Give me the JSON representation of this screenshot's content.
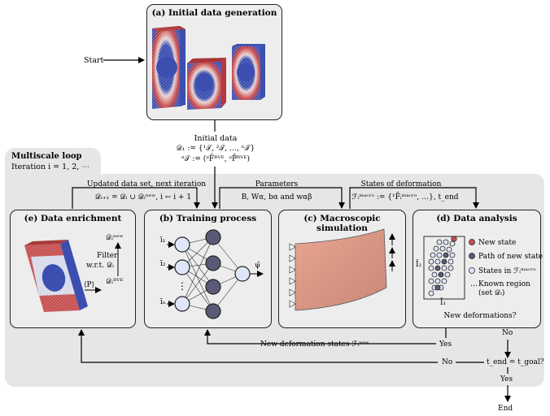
{
  "diagram": {
    "initial_box": {
      "title": "(a) Initial data generation"
    },
    "start_label": "Start",
    "initial_data": {
      "label": "Initial data",
      "set_line": "𝒟₁ := {¹𝒯, ²𝒯, …, ⁿ𝒯}",
      "tuple_line": "ᵅ𝒯 := (ᵅF̄ᴿⱽᴱ, ᵅP̄ᴿⱽᴱ)"
    },
    "loop": {
      "title": "Multiscale loop",
      "iteration": "Iteration i = 1, 2, ⋯"
    },
    "top_labels": {
      "updated_title": "Updated data set, next iteration",
      "updated_formula": "𝒟ᵢ₊₁ = 𝒟ᵢ ∪ 𝒟ᵢⁿᵉʷ, i ← i + 1",
      "parameters_title": "Parameters",
      "parameters_formula": "B, Wα, bα and wαβ",
      "states_title": "States of deformation",
      "states_formula": "ℱᵢᵐᵃᶜʳᵒ := {¹F̄ᵢᵐᵃᶜʳᵒ, …}, t_end"
    },
    "boxes": {
      "enrichment": {
        "title": "(e) Data enrichment",
        "d_new": "𝒟ᵢⁿᵉʷ",
        "filter": "Filter",
        "wrt": "w.r.t. 𝒟ᵢ",
        "d_rve": "𝒟ᵢᴿⱽᴱ",
        "p_avg": "⟨P⟩"
      },
      "training": {
        "title": "(b) Training process",
        "inputs": [
          "ī₁",
          "ī₂",
          "īₙ"
        ],
        "output": "ψ̄"
      },
      "macro": {
        "title": "(c) Macroscopic simulation"
      },
      "analysis": {
        "title": "(d) Data analysis",
        "legend": [
          "New state",
          "Path of new state",
          "States in ℱᵢᵐᵃᶜʳᵒ",
          "Known region (set 𝒟ᵢ)"
        ],
        "axis_x": "Ī₁",
        "axis_y": "Ī₂",
        "ellipsis": "…",
        "question": "New deformations?"
      }
    },
    "bottom": {
      "new_states": "New deformation states ℱᵢⁿᵉʷ",
      "yes1": "Yes",
      "no1": "No",
      "no2": "No",
      "condition": "t_end = t_goal?",
      "yes2": "Yes",
      "end": "End"
    },
    "colors": {
      "node_fill": "#5a5a78",
      "light_node": "#dfe6f7",
      "red_state": "#c95050",
      "rve_red": "#b3202a",
      "rve_blue": "#3c4fb0"
    }
  }
}
